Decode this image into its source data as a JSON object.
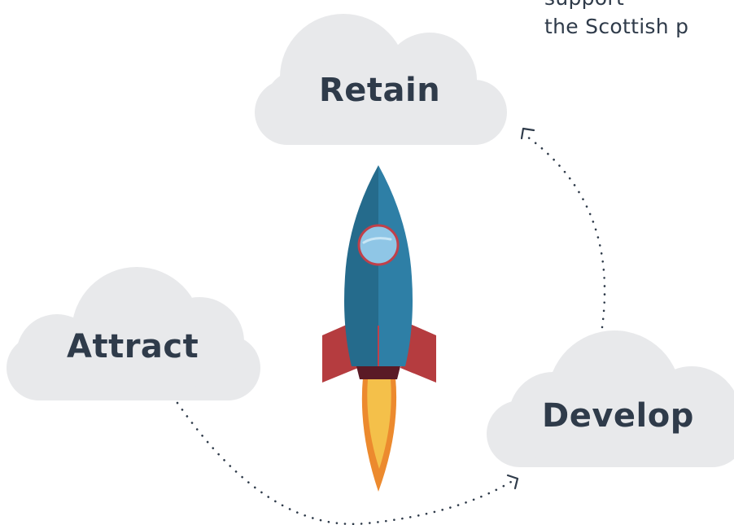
{
  "intro_text": {
    "line1": "support",
    "line2": "the Scottish p"
  },
  "stages": {
    "retain": "Retain",
    "attract": "Attract",
    "develop": "Develop"
  },
  "colors": {
    "cloud": "#e8e9eb",
    "text": "#2f3b4a",
    "rocket_body_light": "#2e7fa6",
    "rocket_body_dark": "#256b8c",
    "rocket_fins": "#b53c3f",
    "window_fill": "#8fc6e6",
    "window_border": "#c0404a",
    "flame_outer": "#ec8a2e",
    "flame_inner": "#f4c04a",
    "nozzle": "#5a1a26",
    "dotted_arrow": "#2f3b4a"
  },
  "icons": {
    "rocket": "rocket-icon",
    "arrow": "dotted-arrow-icon"
  }
}
